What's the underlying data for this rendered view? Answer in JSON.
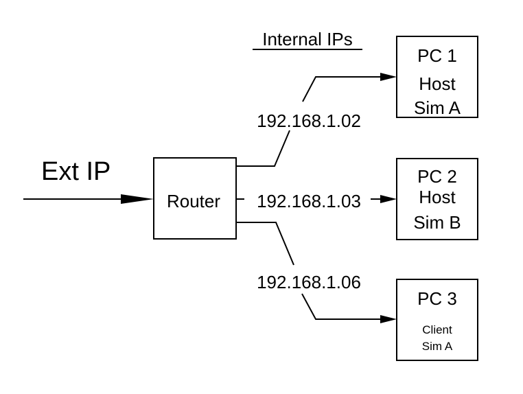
{
  "section_title": "Internal IPs",
  "external": {
    "label": "Ext IP"
  },
  "router": {
    "label": "Router"
  },
  "links": [
    {
      "ip": "192.168.1.02"
    },
    {
      "ip": "192.168.1.03"
    },
    {
      "ip": "192.168.1.06"
    }
  ],
  "pcs": [
    {
      "name": "PC 1",
      "role": "Host",
      "sim": "Sim A"
    },
    {
      "name": "PC 2",
      "role": "Host",
      "sim": "Sim B"
    },
    {
      "name": "PC 3",
      "role": "Client",
      "sim": "Sim A"
    }
  ],
  "colors": {
    "line": "#000000",
    "background": "#ffffff"
  }
}
